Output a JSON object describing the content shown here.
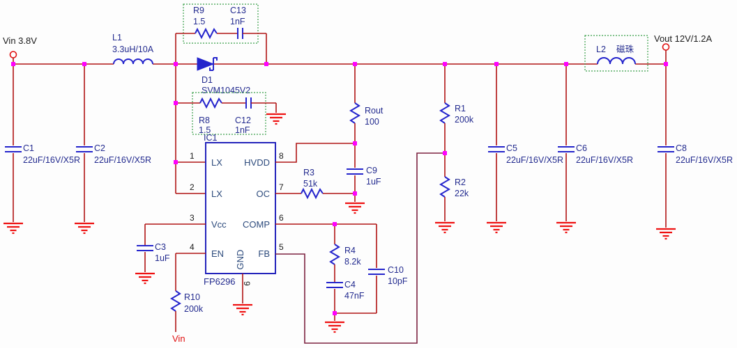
{
  "terminals": {
    "input": {
      "label": "Vin 3.8V"
    },
    "output": {
      "label": "Vout 12V/1.2A"
    },
    "en_net": {
      "label": "Vin"
    }
  },
  "ic": {
    "ref": "IC1",
    "part": "FP6296",
    "pins_left": [
      {
        "num": "1",
        "name": "LX"
      },
      {
        "num": "2",
        "name": "LX"
      },
      {
        "num": "3",
        "name": "Vcc"
      },
      {
        "num": "4",
        "name": "EN"
      }
    ],
    "pins_right": [
      {
        "num": "8",
        "name": "HVDD"
      },
      {
        "num": "7",
        "name": "OC"
      },
      {
        "num": "6",
        "name": "COMP"
      },
      {
        "num": "5",
        "name": "FB"
      }
    ],
    "pin_gnd": {
      "num": "9",
      "name": "GND"
    }
  },
  "components": {
    "L1": {
      "ref": "L1",
      "value": "3.3uH/10A"
    },
    "L2": {
      "ref": "L2",
      "value": "磁珠"
    },
    "D1": {
      "ref": "D1",
      "value": "SVM1045V2"
    },
    "R9": {
      "ref": "R9",
      "value": "1.5"
    },
    "C13": {
      "ref": "C13",
      "value": "1nF"
    },
    "R8": {
      "ref": "R8",
      "value": "1.5"
    },
    "C12": {
      "ref": "C12",
      "value": "1nF"
    },
    "R3": {
      "ref": "R3",
      "value": "51k"
    },
    "Rout": {
      "ref": "Rout",
      "value": "100"
    },
    "C9": {
      "ref": "C9",
      "value": "1uF"
    },
    "R1": {
      "ref": "R1",
      "value": "200k"
    },
    "R2": {
      "ref": "R2",
      "value": "22k"
    },
    "R4": {
      "ref": "R4",
      "value": "8.2k"
    },
    "C4": {
      "ref": "C4",
      "value": "47nF"
    },
    "C10": {
      "ref": "C10",
      "value": "10pF"
    },
    "R10": {
      "ref": "R10",
      "value": "200k"
    },
    "C1": {
      "ref": "C1",
      "value": "22uF/16V/X5R"
    },
    "C2": {
      "ref": "C2",
      "value": "22uF/16V/X5R"
    },
    "C3": {
      "ref": "C3",
      "value": "1uF"
    },
    "C5": {
      "ref": "C5",
      "value": "22uF/16V/X5R"
    },
    "C6": {
      "ref": "C6",
      "value": "22uF/16V/X5R"
    },
    "C8": {
      "ref": "C8",
      "value": "22uF/16V/X5R"
    }
  },
  "colors": {
    "wire": "#b01414",
    "wire_dark": "#7c2240",
    "component": "#2424cc",
    "junction": "#ff00ff",
    "ground": "#ee1111",
    "annotation_box": "#3aa04a",
    "net_label": "#e01010",
    "label_text": "#232b8f"
  }
}
